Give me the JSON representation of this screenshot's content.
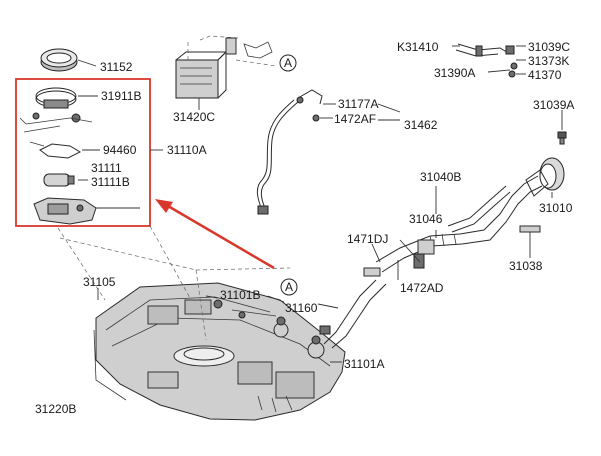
{
  "colors": {
    "highlight": "#d9372b",
    "line": "#2b2b2b"
  },
  "icons": [
    "view-a-marker-icon",
    "callout-arrow-icon"
  ],
  "labels": {
    "p31152": "31152",
    "p31911B": "31911B",
    "p94460": "94460",
    "p31110A": "31110A",
    "p31111": "31111",
    "p31111B": "31111B",
    "p31420C": "31420C",
    "p31177A": "31177A",
    "p1472AF": "1472AF",
    "p31462": "31462",
    "pK31410": "K31410",
    "p31039C": "31039C",
    "p31373K": "31373K",
    "p31390A": "31390A",
    "p41370": "41370",
    "p31039A": "31039A",
    "p31040B": "31040B",
    "p31046": "31046",
    "p31010": "31010",
    "p1471DJ": "1471DJ",
    "p31038": "31038",
    "p1472AD": "1472AD",
    "p31105": "31105",
    "p31101B": "31101B",
    "p31160": "31160",
    "p31101A": "31101A",
    "p31220B": "31220B",
    "markerA": "A"
  }
}
